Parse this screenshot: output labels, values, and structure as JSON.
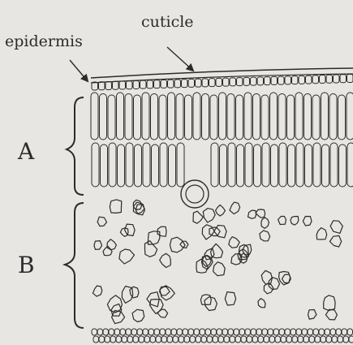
{
  "labels": {
    "cuticle": "cuticle",
    "epidermis": "epidermis",
    "layer_a": "A",
    "layer_b": "B"
  },
  "colors": {
    "background": "#e7e6e2",
    "ink": "#2b2b2b"
  }
}
